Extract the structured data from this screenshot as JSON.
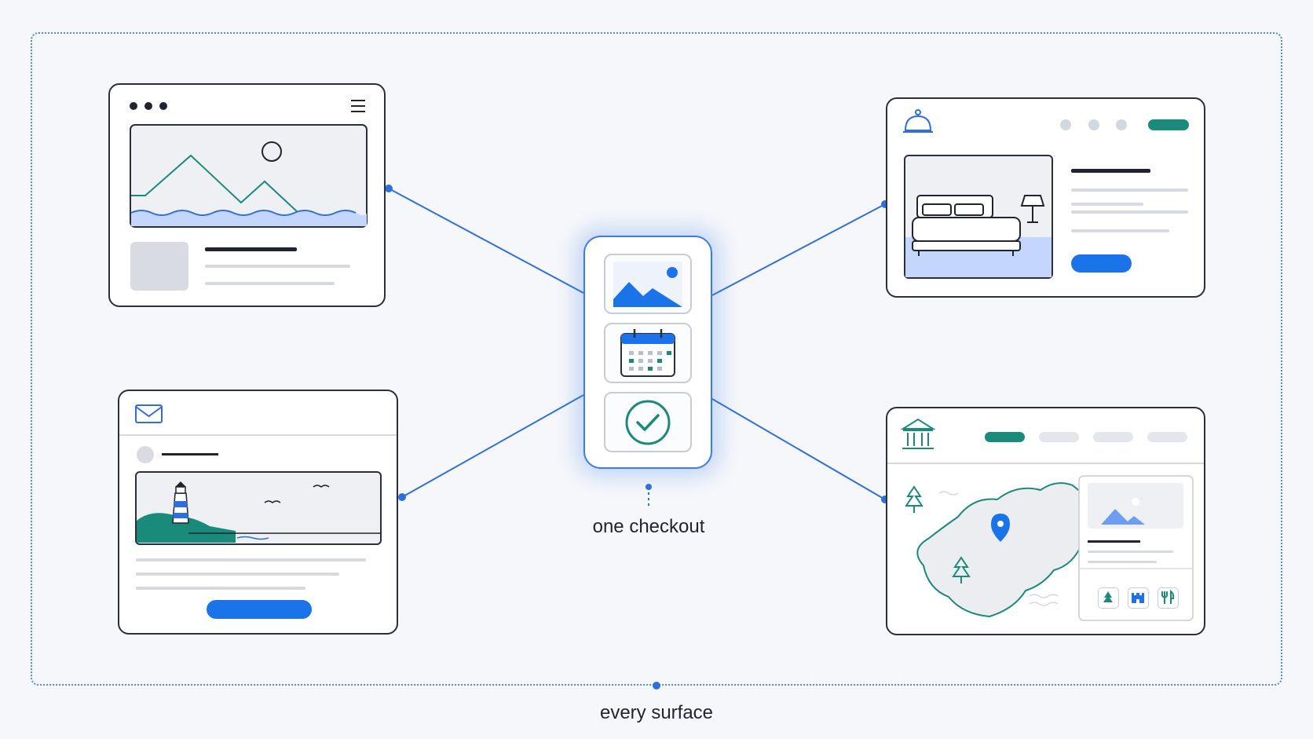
{
  "hub": {
    "label": "one checkout"
  },
  "frame": {
    "label": "every surface"
  },
  "surfaces": {
    "web_page": {
      "icon": "hamburger-menu-icon",
      "image": "mountain-landscape"
    },
    "hotel_page": {
      "icon": "concierge-bell-icon",
      "image": "hotel-bed"
    },
    "email": {
      "icon": "envelope-icon",
      "image": "lighthouse-coast"
    },
    "map_page": {
      "icon": "museum-building-icon",
      "image": "island-map",
      "poi_icons": [
        "tree-icon",
        "castle-icon",
        "restaurant-icon"
      ]
    }
  },
  "hub_tiles": [
    "image-icon",
    "calendar-icon",
    "checkmark-circle-icon"
  ],
  "colors": {
    "accent": "#1a73e8",
    "teal": "#1a8a7a",
    "outline": "#2a2f3a",
    "line": "#2f6fdc",
    "placeholder": "#d5d9e0"
  }
}
